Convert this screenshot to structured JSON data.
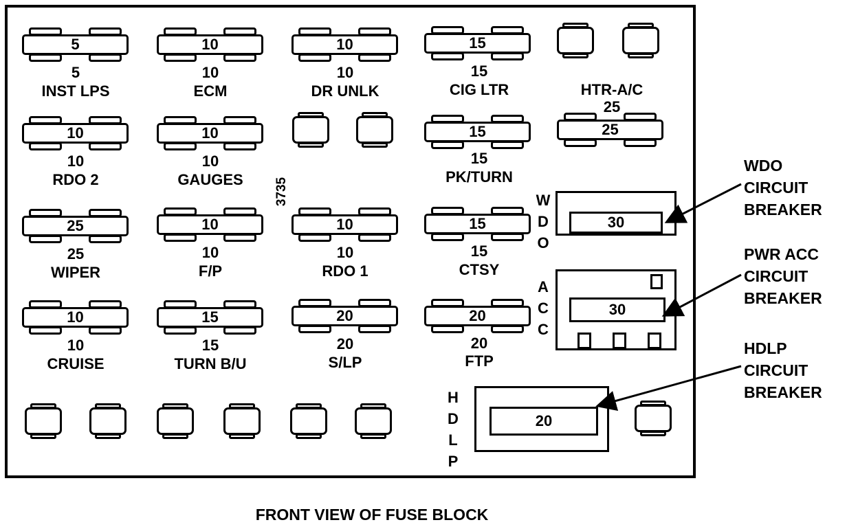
{
  "caption": "FRONT VIEW OF FUSE BLOCK",
  "diagram_code": "3735",
  "fuses": [
    {
      "rating": "5",
      "value": "5",
      "name": "INST LPS"
    },
    {
      "rating": "10",
      "value": "10",
      "name": "ECM"
    },
    {
      "rating": "10",
      "value": "10",
      "name": "DR UNLK"
    },
    {
      "rating": "15",
      "value": "15",
      "name": "CIG LTR"
    },
    {
      "rating": "10",
      "value": "10",
      "name": "RDO 2"
    },
    {
      "rating": "10",
      "value": "10",
      "name": "GAUGES"
    },
    {
      "rating": "15",
      "value": "15",
      "name": "PK/TURN"
    },
    {
      "rating": "25",
      "value": "25",
      "name": "HTR-A/C"
    },
    {
      "rating": "25",
      "value": "25",
      "name": "WIPER"
    },
    {
      "rating": "10",
      "value": "10",
      "name": "F/P"
    },
    {
      "rating": "10",
      "value": "10",
      "name": "RDO 1"
    },
    {
      "rating": "15",
      "value": "15",
      "name": "CTSY"
    },
    {
      "rating": "10",
      "value": "10",
      "name": "CRUISE"
    },
    {
      "rating": "15",
      "value": "15",
      "name": "TURN B/U"
    },
    {
      "rating": "20",
      "value": "20",
      "name": "S/LP"
    },
    {
      "rating": "20",
      "value": "20",
      "name": "FTP"
    }
  ],
  "breakers": {
    "wdo": {
      "vertical": [
        "W",
        "D",
        "O"
      ],
      "rating": "30",
      "callout": [
        "WDO",
        "CIRCUIT",
        "BREAKER"
      ]
    },
    "acc": {
      "vertical": [
        "A",
        "C",
        "C"
      ],
      "rating": "30",
      "callout": [
        "PWR ACC",
        "CIRCUIT",
        "BREAKER"
      ]
    },
    "hdlp": {
      "vertical": [
        "H",
        "D",
        "L",
        "P"
      ],
      "rating": "20",
      "callout": [
        "HDLP",
        "CIRCUIT",
        "BREAKER"
      ]
    }
  }
}
